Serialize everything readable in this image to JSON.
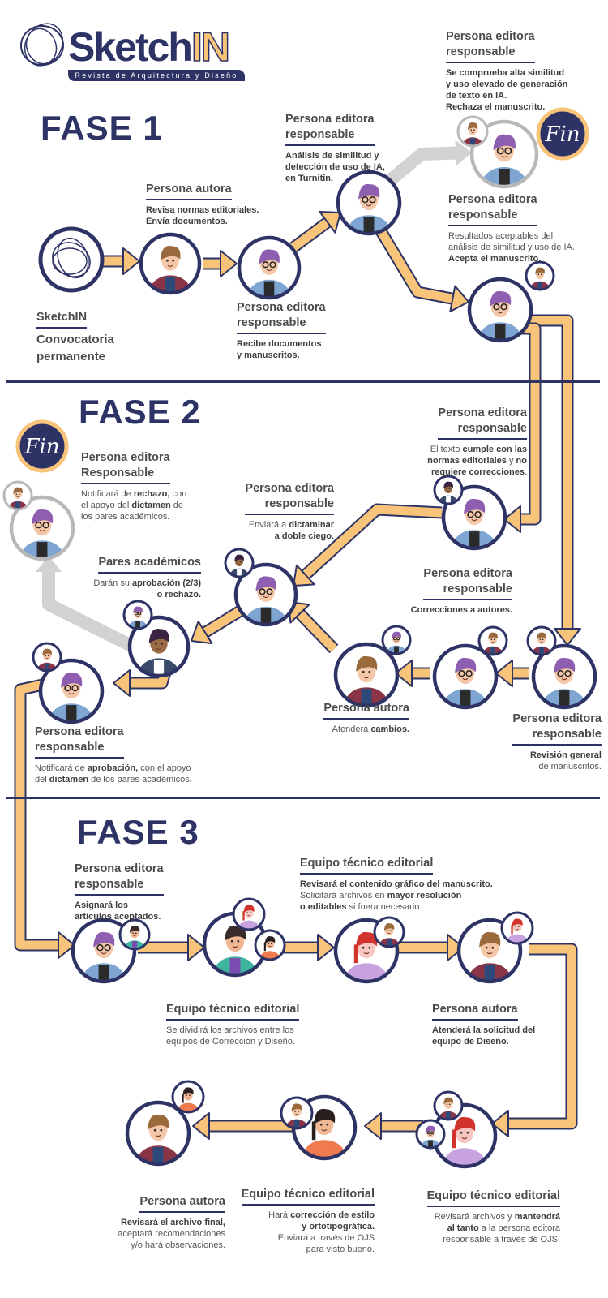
{
  "logo": {
    "brand_main": "Sketch",
    "brand_accent": "IN",
    "subtitle": "Revista de Arquitectura y Diseño"
  },
  "colors": {
    "navy": "#2e3366",
    "orange": "#f8c47a",
    "gray": "#d2d2d2",
    "text": "#4b4b4b"
  },
  "phases": [
    "FASE 1",
    "FASE 2",
    "FASE 3"
  ],
  "fin_label": "Fin",
  "steps": [
    {
      "id": "p1-start",
      "title": "SketchIN",
      "body": [
        {
          "t": "Convocatoria\npermanente"
        }
      ]
    },
    {
      "id": "p1-author",
      "title": "Persona autora",
      "body": [
        {
          "t": "Revisa normas editoriales.\nEnvía documentos.",
          "b": true
        }
      ]
    },
    {
      "id": "p1-editor-receive",
      "title": "Persona editora\nresponsable",
      "body": [
        {
          "t": "Recibe documentos\ny manuscritos.",
          "b": true
        }
      ]
    },
    {
      "id": "p1-editor-turnitin",
      "title": "Persona editora\nresponsable",
      "body": [
        {
          "t": "Análisis de similitud y\ndetección de uso de IA,\nen Turnitin.",
          "b": true
        }
      ]
    },
    {
      "id": "p1-editor-reject",
      "title": "Persona editora\nresponsable",
      "body": [
        {
          "t": "Se comprueba alta similitud\ny uso elevado de generación\nde texto en IA.\nRechaza el manuscrito.",
          "b": true
        }
      ]
    },
    {
      "id": "p1-editor-accept",
      "title": "Persona editora\nresponsable",
      "body": [
        {
          "t": "Resultados aceptables del\nanálisis de similitud y uso de IA.\n"
        },
        {
          "t": "Acepta el manuscrito.",
          "b": true
        }
      ]
    },
    {
      "id": "p2-editor-complies",
      "title": "Persona editora\nresponsable",
      "body": [
        {
          "t": "El texto "
        },
        {
          "t": "cumple con las\nnormas editoriales",
          "b": true
        },
        {
          "t": " y "
        },
        {
          "t": "no\nrequiere correcciones",
          "b": true
        },
        {
          "t": "."
        }
      ]
    },
    {
      "id": "p2-editor-fin",
      "title": "Persona editora\nResponsable",
      "body": [
        {
          "t": "Notificará de "
        },
        {
          "t": "rechazo,",
          "b": true
        },
        {
          "t": " con\nel apoyo del "
        },
        {
          "t": "dictamen",
          "b": true
        },
        {
          "t": " de\nlos pares académicos"
        },
        {
          "t": ".",
          "b": true
        }
      ]
    },
    {
      "id": "p2-editor-blind",
      "title": "Persona editora\nresponsable",
      "body": [
        {
          "t": "Enviará a "
        },
        {
          "t": "dictaminar\na doble ciego.",
          "b": true
        }
      ]
    },
    {
      "id": "p2-peers",
      "title": "Pares académicos",
      "body": [
        {
          "t": "Darán su "
        },
        {
          "t": "aprobación (2/3)\no rechazo.",
          "b": true
        }
      ]
    },
    {
      "id": "p2-editor-corrections",
      "title": "Persona editora\nresponsable",
      "body": [
        {
          "t": "Correcciones a autores.",
          "b": true
        }
      ]
    },
    {
      "id": "p2-author",
      "title": "Persona autora",
      "body": [
        {
          "t": "Atenderá "
        },
        {
          "t": "cambios.",
          "b": true
        }
      ]
    },
    {
      "id": "p2-editor-review",
      "title": "Persona editora\nresponsable",
      "body": [
        {
          "t": "Revisión general",
          "b": true
        },
        {
          "t": "\nde manuscritos."
        }
      ]
    },
    {
      "id": "p2-editor-approval",
      "title": "Persona editora\nresponsable",
      "body": [
        {
          "t": "Notificará de "
        },
        {
          "t": "aprobación,",
          "b": true
        },
        {
          "t": " con el apoyo\ndel "
        },
        {
          "t": "dictamen",
          "b": true
        },
        {
          "t": " de los pares académicos"
        },
        {
          "t": ".",
          "b": true
        }
      ]
    },
    {
      "id": "p3-editor-assign",
      "title": "Persona editora\nresponsable",
      "body": [
        {
          "t": "Asignará los\nartículos aceptados.",
          "b": true
        }
      ]
    },
    {
      "id": "p3-tech-split",
      "title": "Equipo técnico editorial",
      "body": [
        {
          "t": "Se dividirá los archivos entre los\nequipos de Corrección y Diseño."
        }
      ]
    },
    {
      "id": "p3-tech-graphic",
      "title": "Equipo técnico editorial",
      "body": [
        {
          "t": "Revisará el contenido gráfico del manuscrito.",
          "b": true
        },
        {
          "t": "\nSolicitará archivos en "
        },
        {
          "t": "mayor resolución\no editables",
          "b": true
        },
        {
          "t": " si fuera necesario."
        }
      ]
    },
    {
      "id": "p3-author-design",
      "title": "Persona autora",
      "body": [
        {
          "t": "Atenderá la solicitud del\nequipo de Diseño.",
          "b": true
        }
      ]
    },
    {
      "id": "p3-tech-ojs",
      "title": "Equipo técnico editorial",
      "body": [
        {
          "t": "Revisará archivos y "
        },
        {
          "t": "mantendrá\nal tanto",
          "b": true
        },
        {
          "t": " a la persona editora\nresponsable a través de OJS."
        }
      ]
    },
    {
      "id": "p3-tech-style",
      "title": "Equipo técnico editorial",
      "body": [
        {
          "t": "Hará "
        },
        {
          "t": "corrección de estilo\ny ortotipográfica.",
          "b": true
        },
        {
          "t": "\nEnviará a través de OJS\npara visto bueno."
        }
      ]
    },
    {
      "id": "p3-author-final",
      "title": "Persona autora",
      "body": [
        {
          "t": "Revisará el archivo final,",
          "b": true
        },
        {
          "t": "\naceptará recomendaciones\ny/o hará observaciones."
        }
      ]
    }
  ]
}
